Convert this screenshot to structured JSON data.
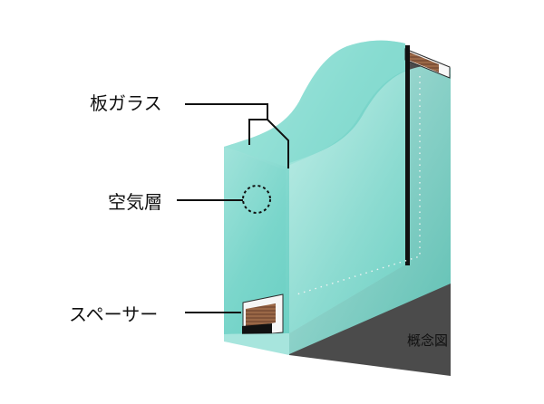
{
  "labels": {
    "plate_glass": "板ガラス",
    "air_layer": "空気層",
    "spacer": "スペーサー",
    "concept": "概念図"
  },
  "colors": {
    "glass_face": "#66cfc4",
    "glass_face_light": "#b9ebe4",
    "glass_edge": "#9ee0d8",
    "glass_edge_dark": "#3fb6ab",
    "frame_dark": "#4b4b4b",
    "spacer_fill": "#8b5a3c",
    "leader_line": "#111111"
  },
  "components": {
    "outer_glass_pane": "outer-glass-pane",
    "inner_glass_pane": "inner-glass-pane",
    "spacer_strip": "spacer-strip",
    "air_layer_marker": "air-layer-marker"
  }
}
